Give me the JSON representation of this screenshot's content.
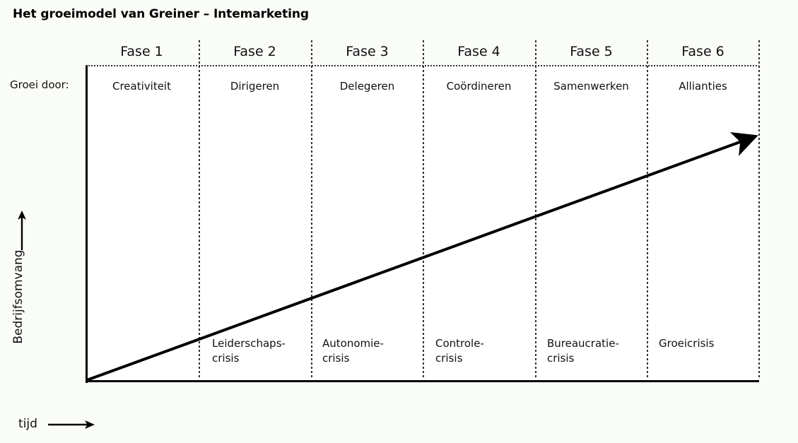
{
  "title": "Het groeimodel van Greiner – Intemarketing",
  "axes": {
    "y_label": "Bedrijfsomvang",
    "x_label": "tijd",
    "y_arrow_icon": "arrow-up-icon",
    "x_arrow_icon": "arrow-right-icon"
  },
  "row_labels": {
    "growth_through": "Groei door:"
  },
  "colors": {
    "line": "#000000",
    "grid": "#303030",
    "page_bg": "#fafcf8",
    "plot_bg": "#ffffff",
    "text": "#111111"
  },
  "chart_data": {
    "type": "line",
    "title": "Het groeimodel van Greiner – Intemarketing",
    "xlabel": "tijd",
    "ylabel": "Bedrijfsomvang",
    "grid": true,
    "legend": "none",
    "xlim": [
      0,
      6
    ],
    "ylim": [
      0,
      1
    ],
    "series": [
      {
        "name": "Bedrijfsomvang",
        "x": [
          0,
          6
        ],
        "y": [
          0,
          0.78
        ],
        "arrow_head": "end"
      }
    ],
    "categories": [
      "Fase 1",
      "Fase 2",
      "Fase 3",
      "Fase 4",
      "Fase 5",
      "Fase 6"
    ],
    "annotations": {
      "growth_through": [
        "Creativiteit",
        "Dirigeren",
        "Delegeren",
        "Coördineren",
        "Samenwerken",
        "Allianties"
      ],
      "crises": [
        "",
        "Leiderschaps-\ncrisis",
        "Autonomie-\ncrisis",
        "Controle-\ncrisis",
        "Bureaucratie-\ncrisis",
        "Groeicrisis"
      ]
    }
  },
  "phases": [
    {
      "header": "Fase 1",
      "growth_through": "Creativiteit",
      "crisis": ""
    },
    {
      "header": "Fase 2",
      "growth_through": "Dirigeren",
      "crisis": "Leiderschaps-\ncrisis"
    },
    {
      "header": "Fase 3",
      "growth_through": "Delegeren",
      "crisis": "Autonomie-\ncrisis"
    },
    {
      "header": "Fase 4",
      "growth_through": "Coördineren",
      "crisis": "Controle-\ncrisis"
    },
    {
      "header": "Fase 5",
      "growth_through": "Samenwerken",
      "crisis": "Bureaucratie-\ncrisis"
    },
    {
      "header": "Fase 6",
      "growth_through": "Allianties",
      "crisis": "Groeicrisis"
    }
  ]
}
